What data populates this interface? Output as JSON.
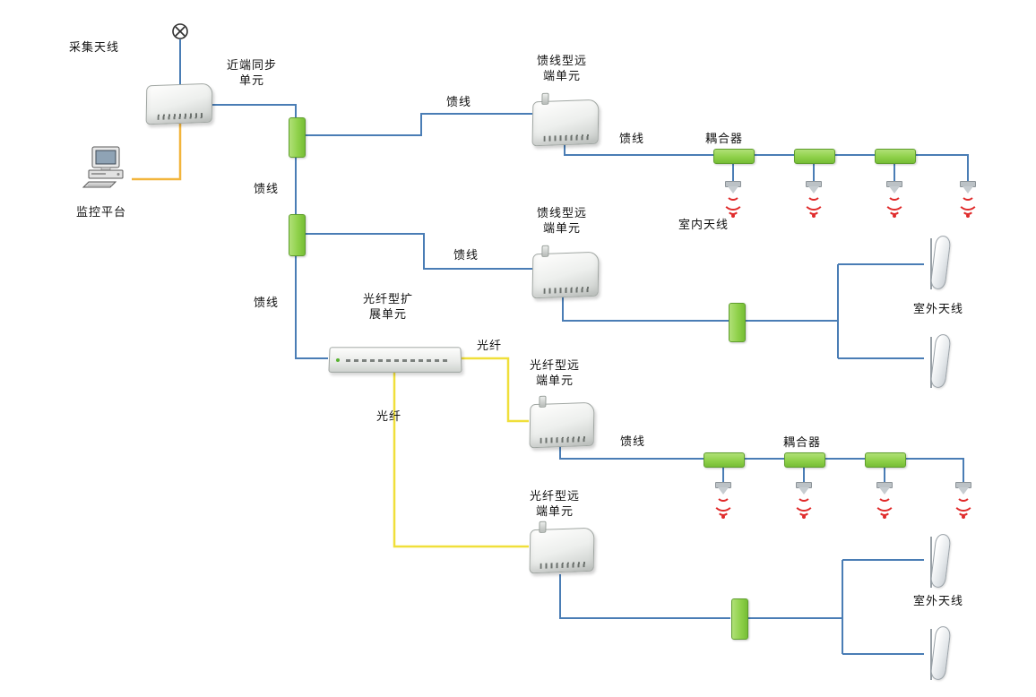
{
  "diagram": {
    "labels": {
      "collection_antenna": "采集天线",
      "near_end_sync_unit": "近端同步\n单元",
      "monitoring_platform": "监控平台",
      "feeder": "馈线",
      "fiber": "光纤",
      "feeder_remote_unit": "馈线型远\n端单元",
      "fiber_expansion_unit": "光纤型扩\n展单元",
      "fiber_remote_unit": "光纤型远\n端单元",
      "coupler": "耦合器",
      "indoor_antenna": "室内天线",
      "outdoor_antenna": "室外天线"
    },
    "colors": {
      "feeder_line": "#4a7db5",
      "fiber_line": "#f0df3a",
      "monitor_link_line": "#f2b53c",
      "splitter_green": "#92d050",
      "splitter_border": "#5f9e2e",
      "signal_red": "#e02b2b",
      "text": "#111111"
    }
  }
}
